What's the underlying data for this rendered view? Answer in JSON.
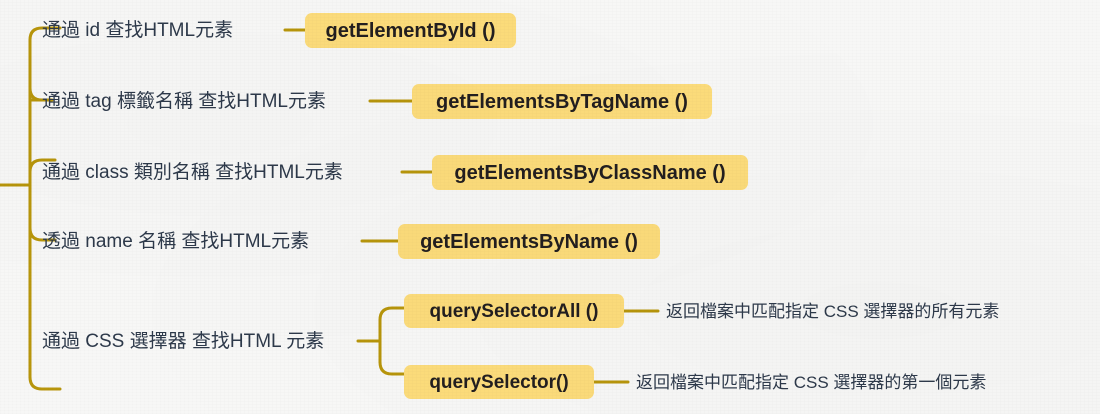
{
  "diagram": {
    "type": "mindmap",
    "title_text": "",
    "colors": {
      "background": "#f7f7f6",
      "branch_line": "#b8960c",
      "chip_fill": "#fcdc7b",
      "text": "#2e3a4b",
      "chip_text": "#231f20"
    },
    "branches": [
      {
        "id": "by-id",
        "label": "通過 id 查找HTML元素",
        "method": "getElementById ()"
      },
      {
        "id": "by-tag",
        "label": "通過 tag 標籤名稱 查找HTML元素",
        "method": "getElementsByTagName ()"
      },
      {
        "id": "by-class",
        "label": "通過 class 類別名稱 查找HTML元素",
        "method": "getElementsByClassName ()"
      },
      {
        "id": "by-name",
        "label": "透過 name 名稱 查找HTML元素",
        "method": "getElementsByName ()"
      },
      {
        "id": "by-css",
        "label": "通過 CSS 選擇器 查找HTML 元素",
        "children": [
          {
            "id": "query-selector-all",
            "method": "querySelectorAll ()",
            "description": "返回檔案中匹配指定 CSS 選擇器的所有元素"
          },
          {
            "id": "query-selector",
            "method": "querySelector()",
            "description": "返回檔案中匹配指定 CSS 選擇器的第一個元素"
          }
        ]
      }
    ]
  }
}
